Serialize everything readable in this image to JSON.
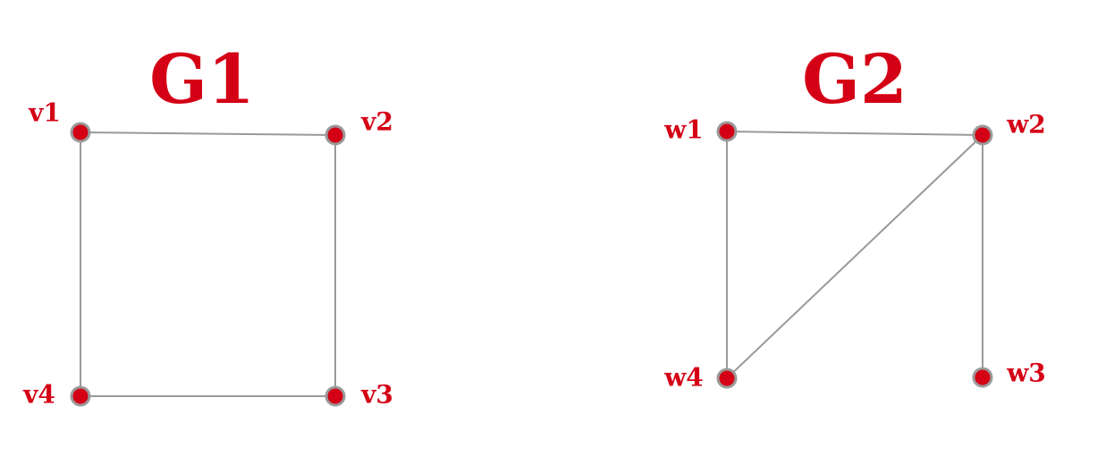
{
  "colors": {
    "accent": "#d40015",
    "edge": "#999999",
    "node_stroke": "#9a9a9a",
    "background": "#ffffff"
  },
  "graphs": [
    {
      "id": "g1",
      "title": "G1",
      "nodes": [
        {
          "id": "v1",
          "label": "v1"
        },
        {
          "id": "v2",
          "label": "v2"
        },
        {
          "id": "v3",
          "label": "v3"
        },
        {
          "id": "v4",
          "label": "v4"
        }
      ],
      "edges": [
        [
          "v1",
          "v2"
        ],
        [
          "v2",
          "v3"
        ],
        [
          "v3",
          "v4"
        ],
        [
          "v4",
          "v1"
        ]
      ]
    },
    {
      "id": "g2",
      "title": "G2",
      "nodes": [
        {
          "id": "w1",
          "label": "w1"
        },
        {
          "id": "w2",
          "label": "w2"
        },
        {
          "id": "w3",
          "label": "w3"
        },
        {
          "id": "w4",
          "label": "w4"
        }
      ],
      "edges": [
        [
          "w1",
          "w2"
        ],
        [
          "w1",
          "w4"
        ],
        [
          "w2",
          "w4"
        ],
        [
          "w2",
          "w3"
        ]
      ]
    }
  ]
}
